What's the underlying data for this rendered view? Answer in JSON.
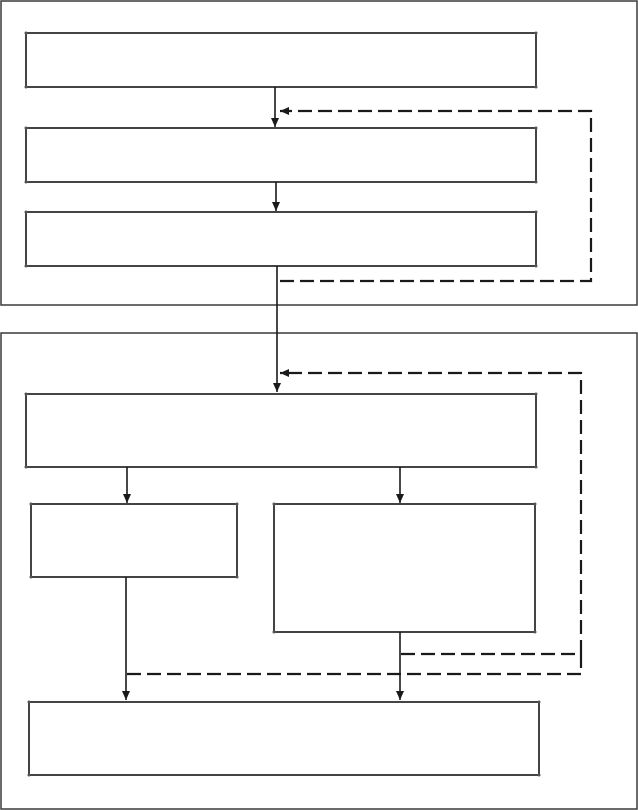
{
  "diagram": {
    "type": "flowchart",
    "colors": {
      "panel_border": "#3a3a3a",
      "node_border": "#444444",
      "line": "#1a1a1a",
      "background": "#ffffff"
    },
    "panels": [
      {
        "id": "panel-top",
        "nodes": [
          "box-1",
          "box-2",
          "box-3"
        ]
      },
      {
        "id": "panel-bottom",
        "nodes": [
          "box-4",
          "box-5",
          "box-6",
          "box-7"
        ]
      }
    ],
    "nodes": [
      {
        "id": "box-1",
        "text": ""
      },
      {
        "id": "box-2",
        "text": ""
      },
      {
        "id": "box-3",
        "text": ""
      },
      {
        "id": "box-4",
        "text": ""
      },
      {
        "id": "box-5",
        "text": ""
      },
      {
        "id": "box-6",
        "text": ""
      },
      {
        "id": "box-7",
        "text": ""
      }
    ],
    "edges": [
      {
        "from": "box-1",
        "to": "box-2",
        "style": "solid"
      },
      {
        "from": "box-2",
        "to": "box-3",
        "style": "solid"
      },
      {
        "from": "box-3",
        "to": "box-2",
        "style": "dashed"
      },
      {
        "from": "box-3",
        "to": "box-4",
        "style": "solid"
      },
      {
        "from": "box-4",
        "to": "box-5",
        "style": "solid"
      },
      {
        "from": "box-4",
        "to": "box-6",
        "style": "solid"
      },
      {
        "from": "box-5",
        "to": "box-7",
        "style": "solid"
      },
      {
        "from": "box-6",
        "to": "box-7",
        "style": "solid"
      },
      {
        "from": "box-6",
        "to": "box-4",
        "style": "dashed"
      },
      {
        "from": "box-5",
        "to": "box-4",
        "style": "dashed"
      }
    ]
  }
}
